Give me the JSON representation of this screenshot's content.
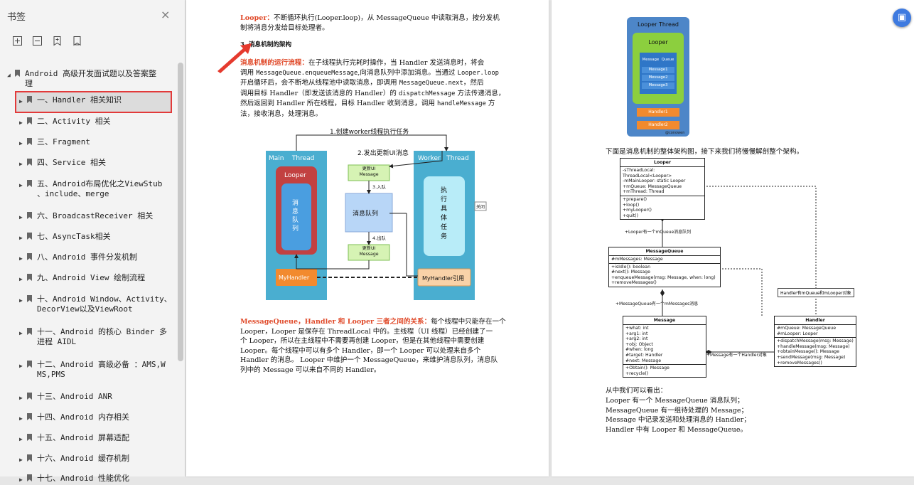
{
  "sidebar": {
    "title": "书签",
    "close_glyph": "×",
    "toolbar": [
      "expand-all-icon",
      "collapse-all-icon",
      "add-bookmark-icon",
      "bookmark-icon"
    ],
    "items": [
      {
        "label": "Android 高级开发面试题以及答案整\n理",
        "level": 0,
        "expanded": true
      },
      {
        "label": "一、Handler 相关知识",
        "level": 1,
        "selected": true
      },
      {
        "label": "二、Activity 相关",
        "level": 1
      },
      {
        "label": "三、Fragment",
        "level": 1
      },
      {
        "label": "四、Service 相关",
        "level": 1
      },
      {
        "label": "五、Android布局优化之ViewStub\n、include、merge",
        "level": 1
      },
      {
        "label": "六、BroadcastReceiver 相关",
        "level": 1
      },
      {
        "label": "七、AsyncTask相关",
        "level": 1
      },
      {
        "label": "八、Android 事件分发机制",
        "level": 1
      },
      {
        "label": "九、Android View 绘制流程",
        "level": 1
      },
      {
        "label": "十、Android Window、Activity、\nDecorView以及ViewRoot",
        "level": 1
      },
      {
        "label": "十一、Android 的核心 Binder 多\n进程 AIDL",
        "level": 1
      },
      {
        "label": "十二、Android 高级必备 ：AMS,W\nMS,PMS",
        "level": 1
      },
      {
        "label": "十三、Android ANR",
        "level": 1
      },
      {
        "label": "十四、Android 内存相关",
        "level": 1
      },
      {
        "label": "十五、Android 屏幕适配",
        "level": 1
      },
      {
        "label": "十六、Android 缓存机制",
        "level": 1
      },
      {
        "label": "十七、Android 性能优化",
        "level": 1
      }
    ]
  },
  "page1": {
    "p1_lead": "Looper：",
    "p1_text": "不断循环执行(Looper.loop)，从 MessageQueue 中读取消息，按分发机\n制将消息分发给目标处理者。",
    "heading": "3. 消息机制的架构",
    "p2_lead": "消息机制的运行流程：",
    "p2_line1": "在子线程执行完耗时操作，当 Handler 发送消息时，将会",
    "p2_line2a": "调用 ",
    "p2_line2b": "MessageQueue.enqueueMessage",
    "p2_line2c": ",向消息队列中添加消息。当通过 ",
    "p2_line2d": "Looper.loop",
    "p2_line3a": "开启循环后，会不断地从线程池中读取消息，即调用 ",
    "p2_line3b": "MessageQueue.next",
    "p2_line3c": "，然后",
    "p2_line4a": "调用目标 Handler（即发送该消息的 Handler）的 ",
    "p2_line4b": "dispatchMessage",
    "p2_line4c": " 方法传递消息，",
    "p2_line5a": "然后返回到 Handler 所在线程，目标 Handler 收到消息，调用 ",
    "p2_line5b": "handleMessage",
    "p2_line5c": " 方",
    "p2_line6": "法，接收消息，处理消息。",
    "diagram": {
      "step1": "1.创建worker线程执行任务",
      "step2": "2.发出更新UI消息",
      "step3": "3.入队",
      "step4": "4.出队",
      "main_thread": "Main    Thread",
      "worker_thread": "Worker   Thread",
      "looper": "Looper",
      "queue_v": "消\n息\n队\n列",
      "queue_h": "消息队列",
      "msg_top": "更新UI\nMessage",
      "msg_bottom": "更新UI\nMessage",
      "worker_task": "执\n行\n具\n体\n任\n务",
      "myhandler": "MyHandler",
      "myhandler_ref": "MyHandler引用",
      "close_tag": "关闭"
    },
    "p3_lead": "MessageQueue，Handler 和 Looper 三者之间的关系：",
    "p3_rest": "每个线程中只能存在一个",
    "p3_lines": "Looper，Looper 是保存在 ThreadLocal 中的。主线程（UI 线程）已经创建了一\n个 Looper，所以在主线程中不需要再创建 Looper，但是在其他线程中需要创建\nLooper。每个线程中可以有多个 Handler，即一个 Looper 可以处理来自多个\nHandler 的消息。 Looper 中维护一个 MessageQueue，来维护消息队列，消息队\n列中的 Message 可以来自不同的 Handler。"
  },
  "page2": {
    "lt": {
      "title": "Looper Thread",
      "looper": "Looper",
      "mq": "Message  Queue",
      "m1": "Message1",
      "m2": "Message2",
      "m3": "Message3",
      "h1": "Handler1",
      "h2": "Handler2",
      "watermark": "@conowen"
    },
    "intro": "下面是消息机制的整体架构图，接下来我们将慢慢解剖整个架构。",
    "uml": {
      "looper": {
        "name": "Looper",
        "attrs": "-sThreadLocal: ThreadLocal<Looper>\n-mMainLooper: static Looper\n+mQueue: MessageQueue\n+mThread: Thread",
        "ops": "+prepare()\n+loop()\n+myLooper()\n+quit()"
      },
      "mq": {
        "name": "MessageQueue",
        "attrs": "#mMessages: Message",
        "ops": "+isIdle(): boolean\n#next(): Message\n+enqueueMessage(msg: Message, when: long)\n+removeMessages()"
      },
      "message": {
        "name": "Message",
        "attrs": "+what: int\n+arg1: int\n+arg2: int\n+obj: Object\n#when: long\n#target: Handler\n#next: Message",
        "ops": "+Obtain(): Message\n+recycle()"
      },
      "handler": {
        "name": "Handler",
        "attrs": "#mQueue: MessageQueue\n#mLooper: Looper",
        "ops": "+dispatchMessage(msg: Message)\n+handleMessage(msg: Message)\n+obtainMessage(): Message\n+sendMessage(msg: Message)\n+removeMessages()"
      },
      "e1": "+Looper有一个mQueue消息队列",
      "e2": "+MessageQueue有一个mMessages消息",
      "e3": "+Message有一个Handler对象",
      "note": "Handler有mQueue和mLooper对象"
    },
    "summary_title": "从中我们可以看出：",
    "summary": "Looper 有一个 MessageQueue 消息队列；\nMessageQueue 有一组待处理的 Message；\nMessage 中记录发送和处理消息的 Handler；\nHandler 中有 Looper 和 MessageQueue。"
  },
  "fab": {
    "icon": "reading-mode-icon",
    "glyph": "▣"
  },
  "colors": {
    "accent": "#e23a3a",
    "brand": "#3e7ae0",
    "main_thread": "#4aaed0",
    "worker_thread": "#4aaed0",
    "looper": "#c24141",
    "orange": "#f28a2e"
  }
}
